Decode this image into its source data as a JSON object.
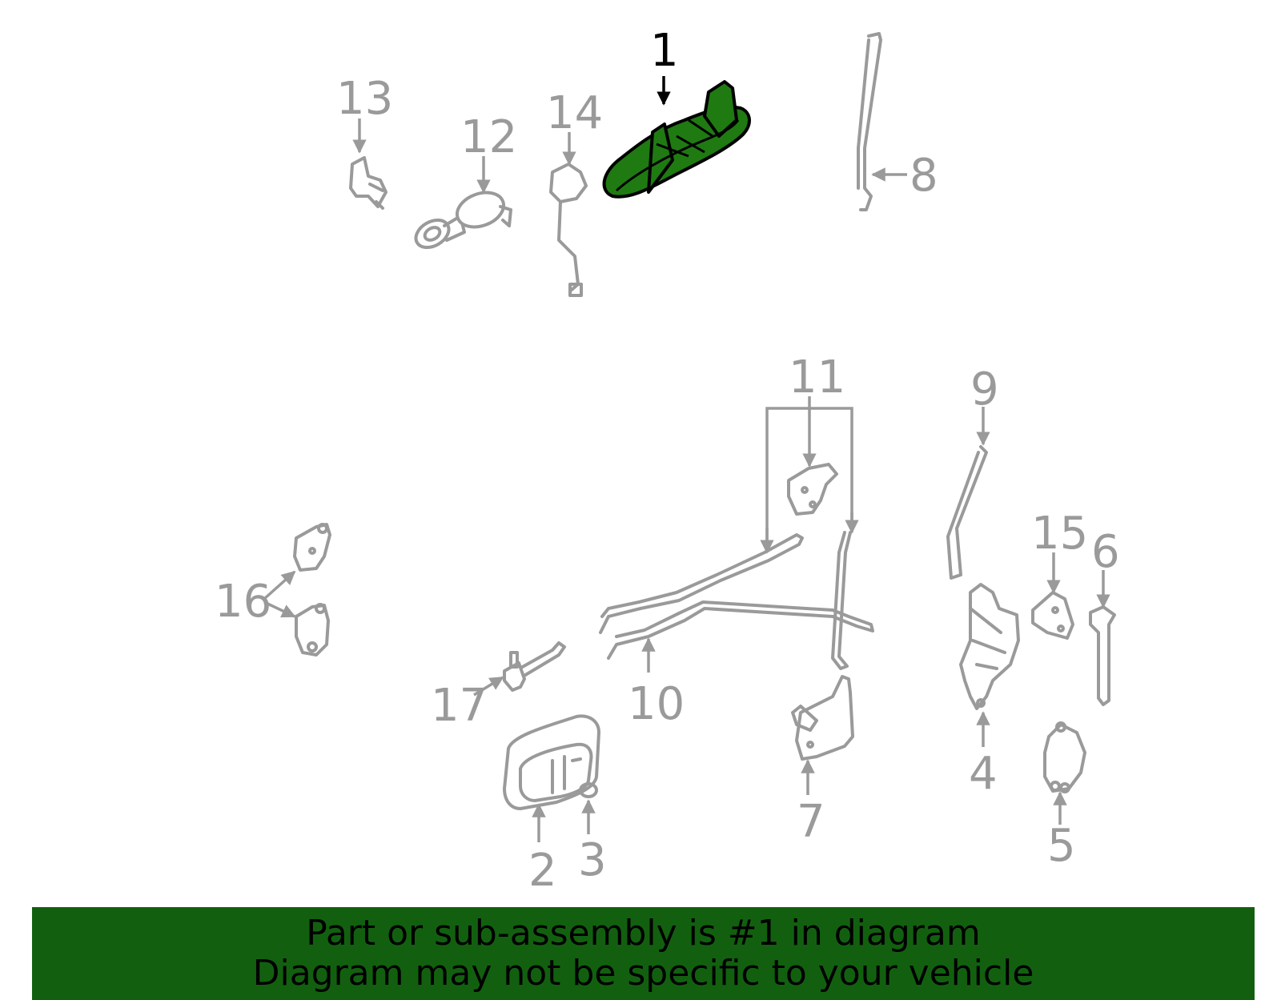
{
  "diagram": {
    "highlighted_part": "1",
    "highlight_color": "#1f7a12",
    "line_color": "#9a9a9a",
    "callouts": {
      "c1": "1",
      "c2": "2",
      "c3": "3",
      "c4": "4",
      "c5": "5",
      "c6": "6",
      "c7": "7",
      "c8": "8",
      "c9": "9",
      "c10": "10",
      "c11": "11",
      "c12": "12",
      "c13": "13",
      "c14": "14",
      "c15": "15",
      "c16": "16",
      "c17": "17"
    }
  },
  "footer": {
    "background": "#12600f",
    "line1": "Part or sub-assembly is #1 in diagram",
    "line2": "Diagram may not be specific to your vehicle"
  }
}
